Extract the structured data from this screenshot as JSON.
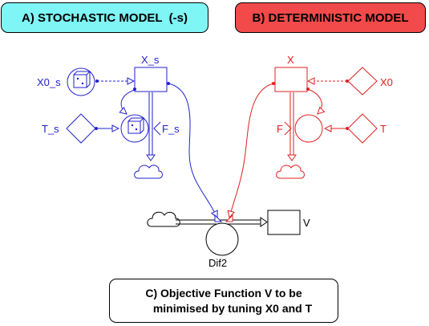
{
  "panels": {
    "a_title": "A) STOCHASTIC MODEL  (-s)",
    "b_title": "B) DETERMINISTIC MODEL",
    "c_line1": "C) Objective Function V to be",
    "c_line2": "minimised by tuning X0 and T"
  },
  "stochastic": {
    "stock_label": "X_s",
    "initial_label": "X0_s",
    "time_label": "T_s",
    "flow_label": "F_s",
    "color": "#2222cc"
  },
  "deterministic": {
    "stock_label": "X",
    "initial_label": "X0",
    "time_label": "T",
    "flow_label": "F",
    "color": "#e02020"
  },
  "objective": {
    "flow_label": "Dif2",
    "stock_label": "V"
  }
}
